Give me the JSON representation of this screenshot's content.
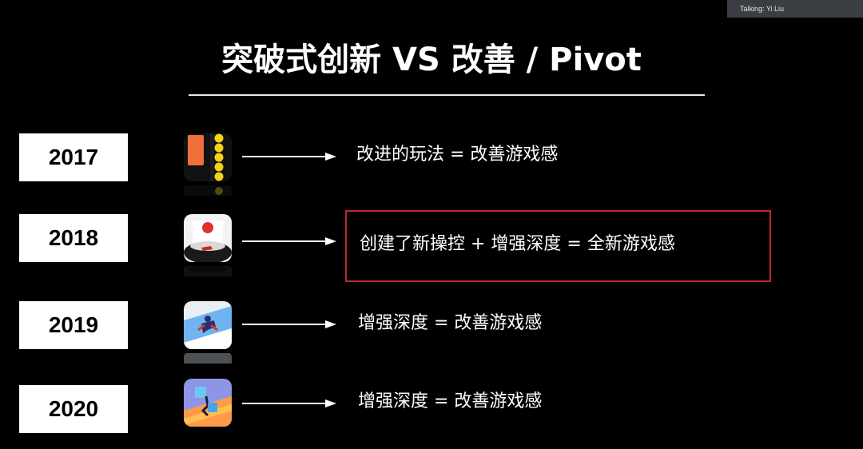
{
  "meeting": {
    "talking": "Talking: Yi Liu"
  },
  "slide": {
    "title": "突破式创新 VS 改善 / Pivot",
    "rows": [
      {
        "year": "2017",
        "icon": "ball-stack-game-icon",
        "description": "改进的玩法 = 改善游戏感"
      },
      {
        "year": "2018",
        "icon": "helix-ball-game-icon",
        "description": "创建了新操控 + 增强深度 = 全新游戏感"
      },
      {
        "year": "2019",
        "icon": "runner-game-icon",
        "description": "增强深度 = 改善游戏感"
      },
      {
        "year": "2020",
        "icon": "block-climb-game-icon",
        "description": "增强深度 = 改善游戏感"
      }
    ],
    "highlight_color": "#c2262b"
  }
}
